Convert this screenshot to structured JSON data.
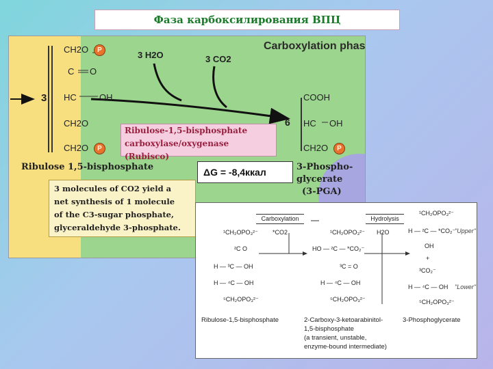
{
  "title": "Фаза карбоксилирования ВПЦ",
  "main": {
    "phase_label": "Carboxylation phas",
    "reactants": {
      "water": "3 H2O",
      "co2": "3 CO2",
      "ribulose_count": "3",
      "pga_count": "6"
    },
    "ribulose_atoms": [
      "CH2O",
      "C",
      "O",
      "HC",
      "OH",
      "CH2O",
      "CH2O"
    ],
    "pga_atoms": [
      "COOH",
      "HC",
      "OH",
      "CH2O"
    ],
    "phosphate_tag": "P",
    "ribulose_name": "Ribulose 1,5-bisphosphate",
    "enzyme": {
      "line1": "Ribulose-1,5-bisphosphate",
      "line2": "carboxylase/oxygenase (Rubisco)"
    },
    "pga_name": {
      "line1": "3-Phospho-",
      "line2": "glycerate",
      "line3": "(3-PGA)"
    },
    "summary": [
      "3 molecules of CO2 yield a",
      "net synthesis of 1 molecule",
      "of the C3-sugar phosphate,",
      "glyceraldehyde 3-phosphate."
    ],
    "delta_g": "ΔG = -8,4ккал"
  },
  "inset": {
    "stage1": "Carboxylation",
    "stage2": "Hydrolysis",
    "reagent1": "*CO2",
    "reagent2": "H2O",
    "upper": "\"Upper\"",
    "lower": "\"Lower\"",
    "plus": "+",
    "compound1": "Ribulose-1,5-bisphosphate",
    "compound2": [
      "2-Carboxy-3-ketoarabinitol-",
      "1,5-bisphosphate",
      "(a transient, unstable,",
      "enzyme-bound intermediate)"
    ],
    "compound3": "3-Phosphoglycerate"
  }
}
